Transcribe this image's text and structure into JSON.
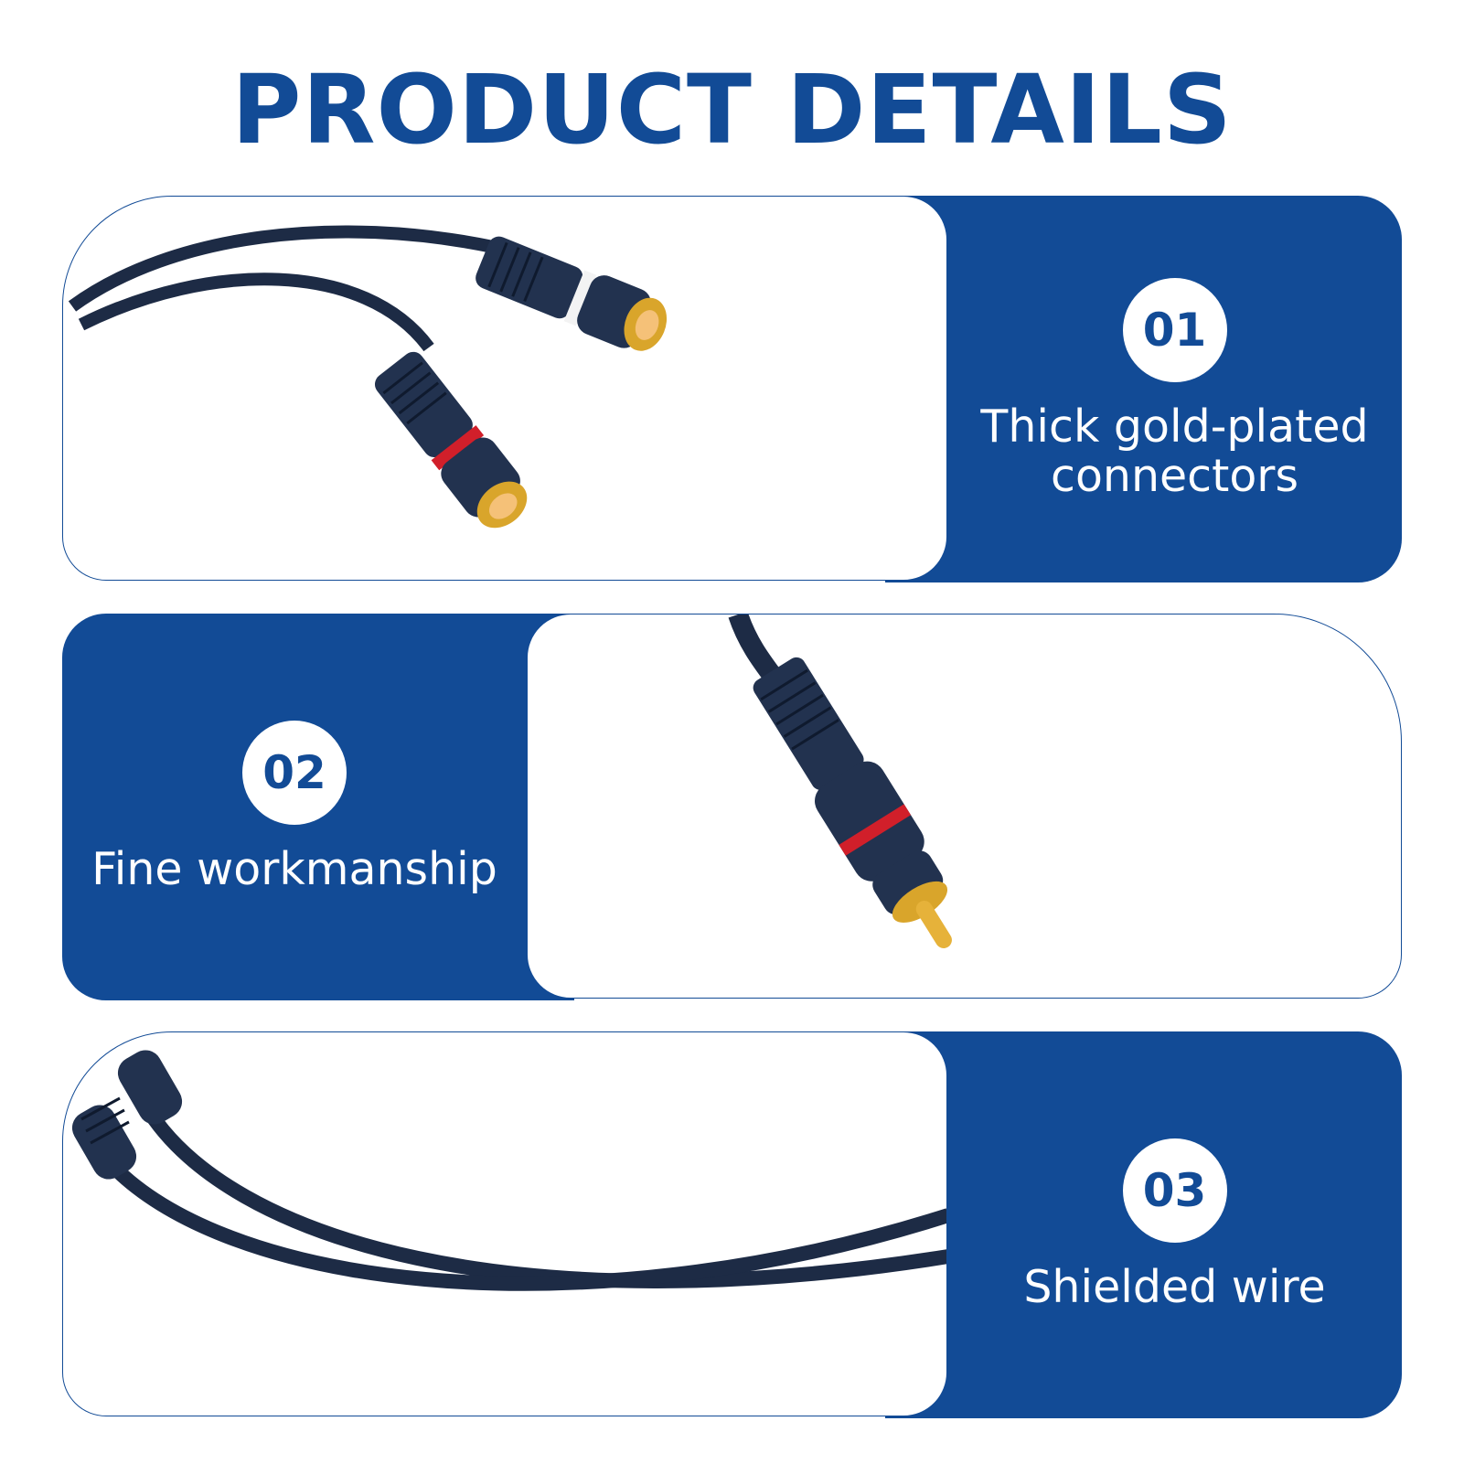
{
  "title": "PRODUCT DETAILS",
  "colors": {
    "brand_blue": "#124b96",
    "background": "#ffffff",
    "cable": "#1d2b45",
    "gold": "#d9a52b"
  },
  "features": [
    {
      "number": "01",
      "label": "Thick gold-plated connectors",
      "image": "female-rca-connectors-photo"
    },
    {
      "number": "02",
      "label": "Fine workmanship",
      "image": "male-rca-plug-photo"
    },
    {
      "number": "03",
      "label": "Shielded wire",
      "image": "shielded-cable-photo"
    }
  ]
}
